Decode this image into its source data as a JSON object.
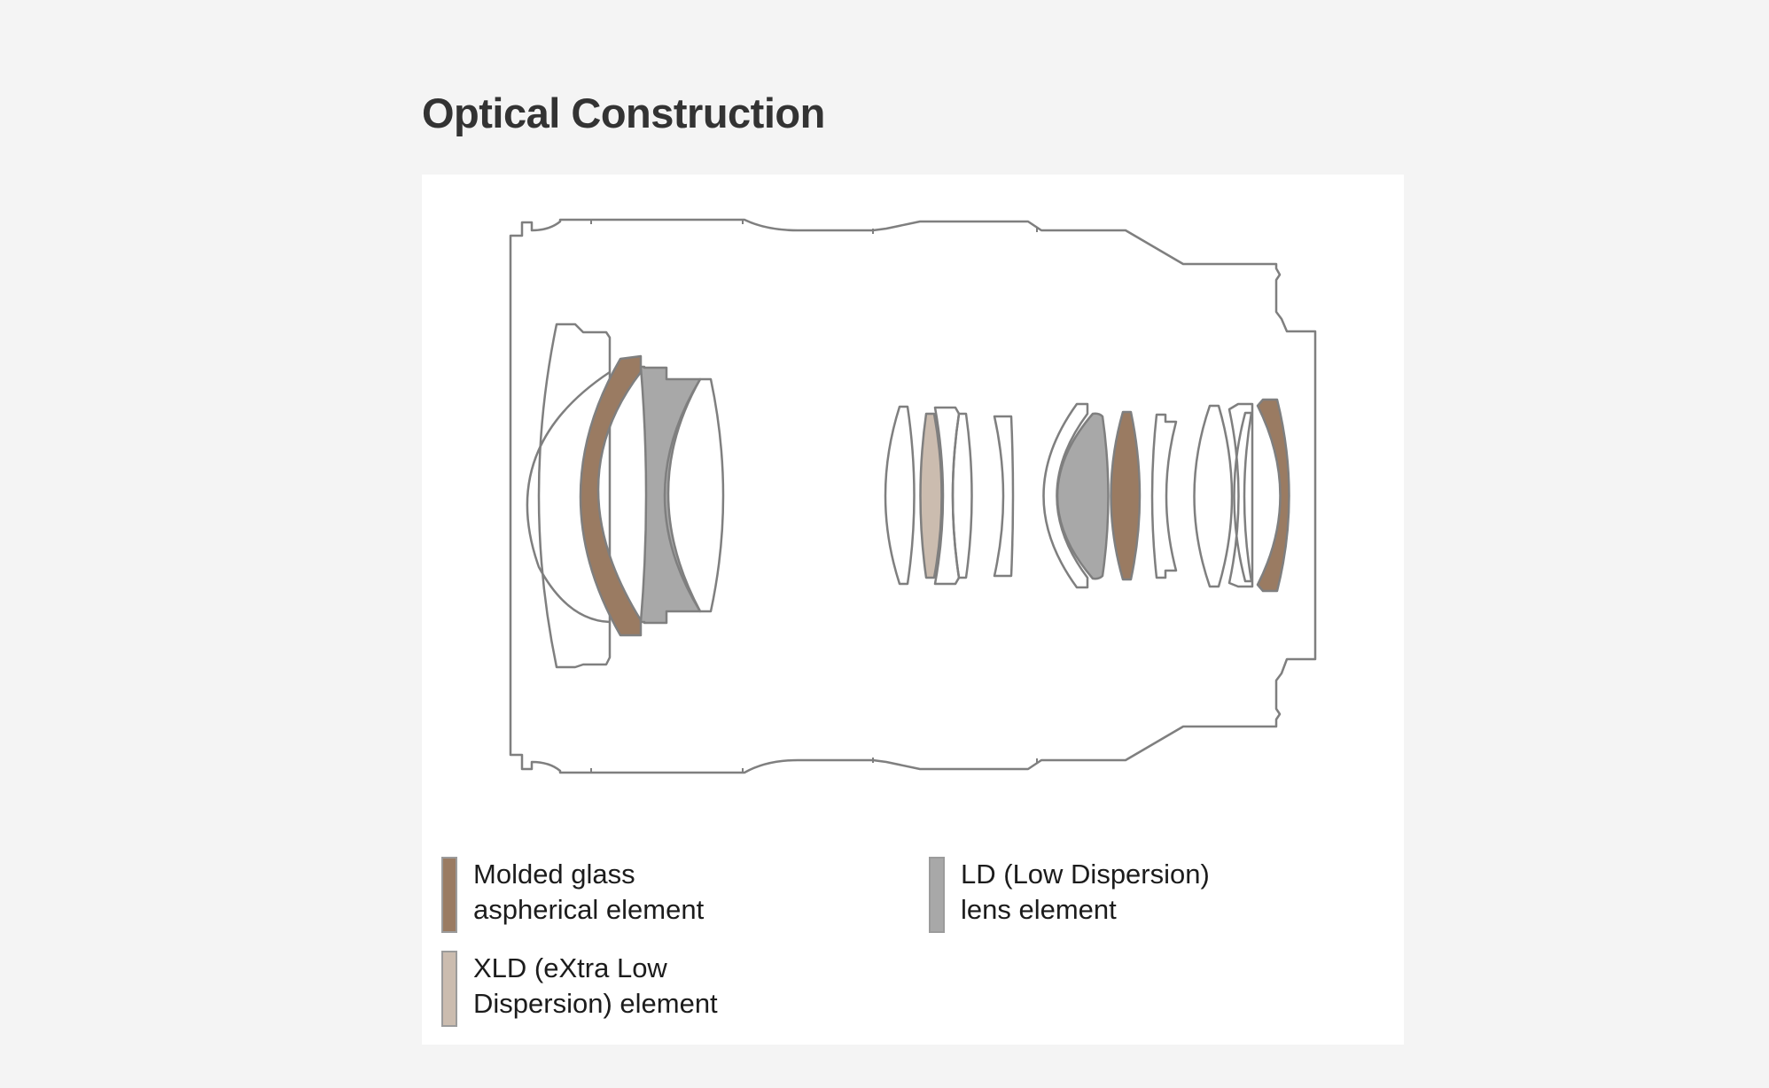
{
  "page": {
    "title": "Optical Construction"
  },
  "colors": {
    "background": "#f4f4f4",
    "panel": "#ffffff",
    "outline": "#7f7f7f",
    "molded_aspherical": "#9a7b62",
    "ld": "#a8a8a8",
    "xld": "#cbbcaf"
  },
  "legend": [
    {
      "key": "molded_aspherical",
      "line1": "Molded glass",
      "line2": "aspherical element",
      "color": "#9a7b62"
    },
    {
      "key": "ld",
      "line1": "LD (Low Dispersion)",
      "line2": "lens element",
      "color": "#a8a8a8"
    },
    {
      "key": "xld",
      "line1": "XLD (eXtra Low",
      "line2": "Dispersion) element",
      "color": "#cbbcaf"
    }
  ]
}
